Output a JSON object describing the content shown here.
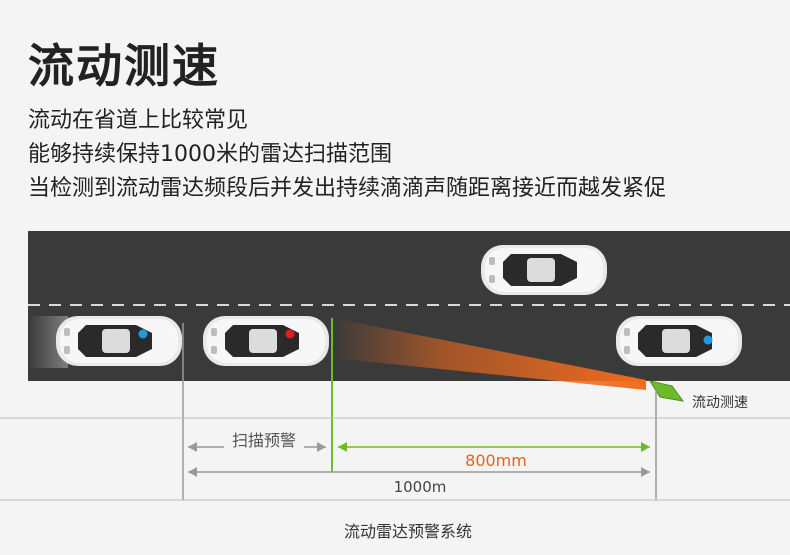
{
  "title": "流动测速",
  "lines": [
    "流动在省道上比较常见",
    "能够持续保持1000米的雷达扫描范围",
    "当检测到流动雷达频段后并发出持续滴滴声随距离接近而越发紧促"
  ],
  "diagram": {
    "speed_camera_label": "流动测速",
    "scan_warning_label": "扫描预警",
    "distance_800_label": "800mm",
    "distance_1000_label": "1000m",
    "caption": "流动雷达预警系统"
  },
  "colors": {
    "road": "#3a3a3a",
    "beam": "#f26b1d",
    "green_marker": "#6dbb2a",
    "accent_text": "#e8621a",
    "car_body": "#e9e9e9",
    "dot_red": "#e0201c",
    "dot_blue": "#1e9be0"
  }
}
